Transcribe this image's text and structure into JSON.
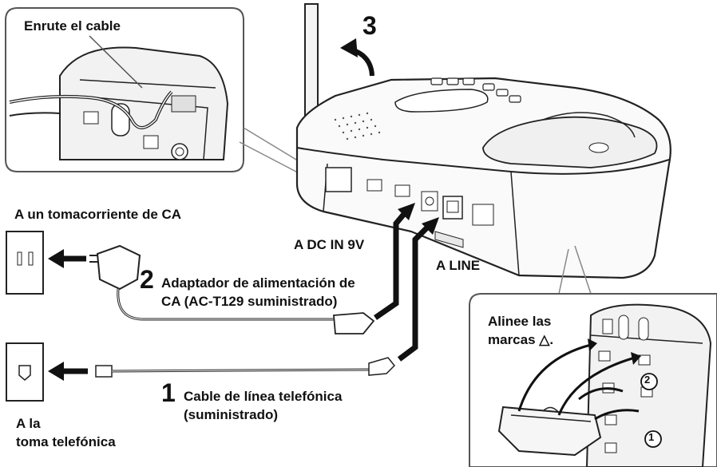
{
  "steps": {
    "step1": "1",
    "step2": "2",
    "step3": "3"
  },
  "labels": {
    "route_cable": "Enrute el cable",
    "ac_outlet": "A un tomacorriente de CA",
    "dc_in": "A DC IN 9V",
    "line": "A LINE",
    "adapter_line1": "Adaptador de alimentación de",
    "adapter_line2": "CA (AC-T129 suministrado)",
    "cable_line1": "Cable de línea telefónica",
    "cable_line2": "(suministrado)",
    "phone_jack_line1": "A la",
    "phone_jack_line2": "toma telefónica",
    "align_line1": "Alinee las",
    "align_line2": "marcas △."
  },
  "markers": {
    "circle1": "1",
    "circle2": "2"
  }
}
